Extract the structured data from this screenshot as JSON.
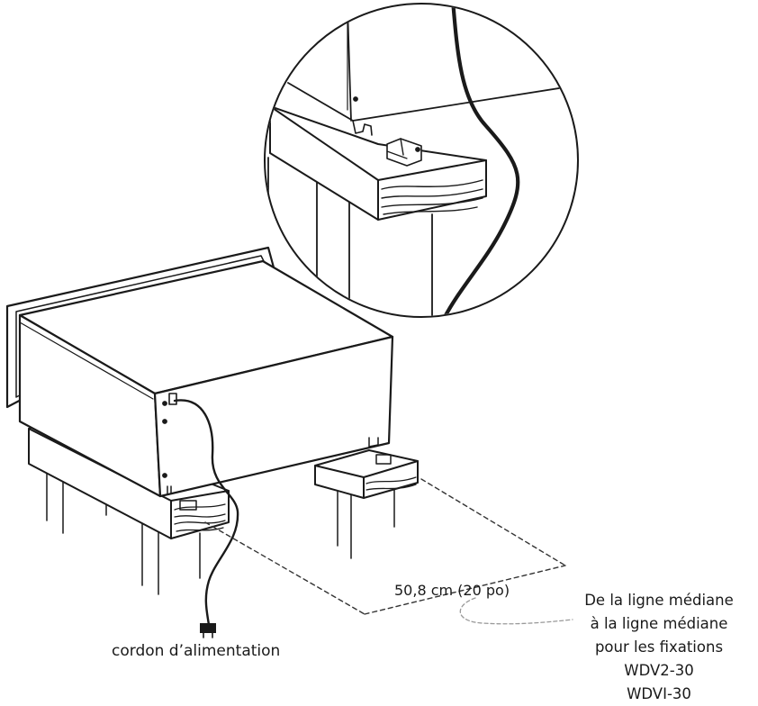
{
  "labels": {
    "dimension": "50,8 cm (20 po)",
    "power_cord": "cordon d’alimentation",
    "centerline_note": [
      "De la ligne médiane",
      "à la ligne médiane",
      "pour les fixations",
      "WDV2-30",
      "WDVI-30"
    ]
  },
  "colors": {
    "line": "#1a1a1a",
    "dashed": "#333333",
    "leader": "#999999",
    "background": "#ffffff"
  }
}
